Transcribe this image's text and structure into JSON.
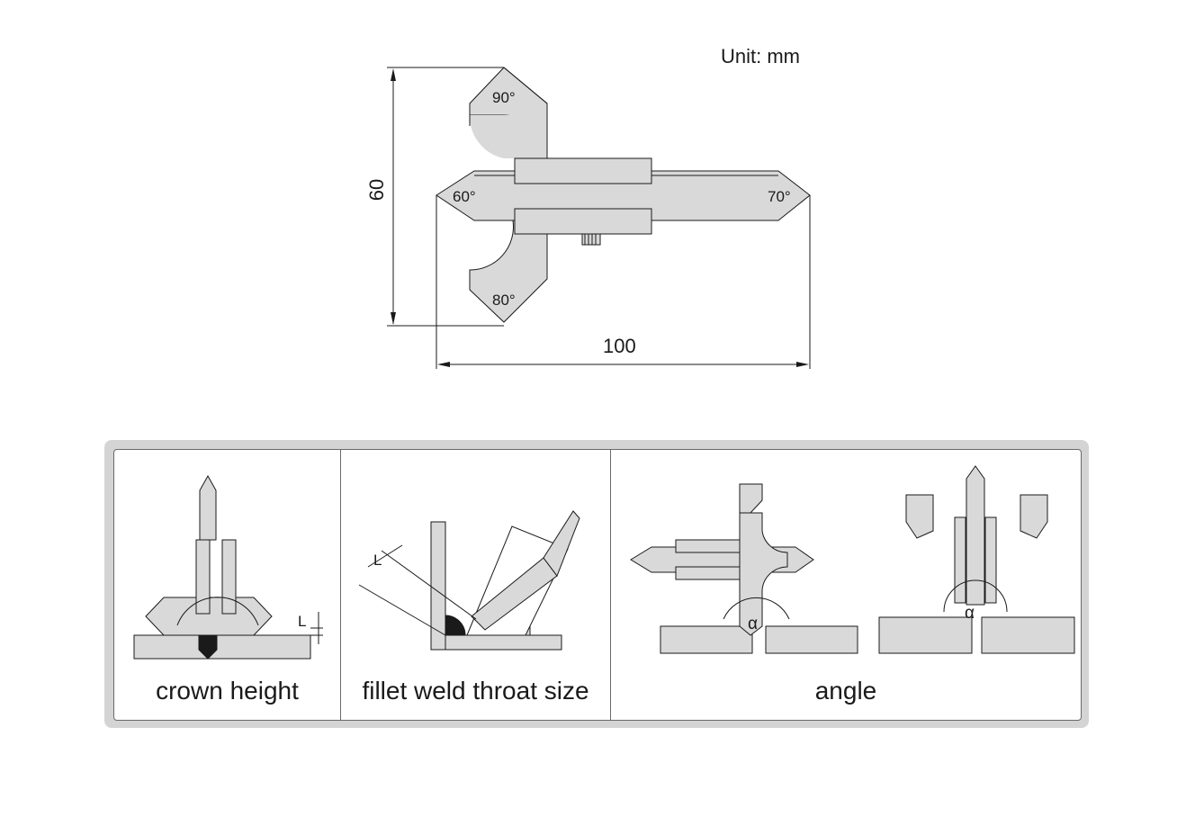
{
  "header": {
    "unit": "Unit: mm"
  },
  "gauge": {
    "angles": {
      "top": "90°",
      "left": "60°",
      "right": "70°",
      "bottom": "80°"
    },
    "dimensions": {
      "height": "60",
      "width": "100"
    }
  },
  "usage": {
    "panels": [
      {
        "caption": "crown height",
        "marker": "L"
      },
      {
        "caption": "fillet weld throat size",
        "marker": "L"
      },
      {
        "caption": "angle",
        "marker": "α"
      }
    ]
  },
  "colors": {
    "part_fill": "#d9d9d9",
    "line": "#1a1a1a",
    "panel_border": "#d4d4d4"
  }
}
